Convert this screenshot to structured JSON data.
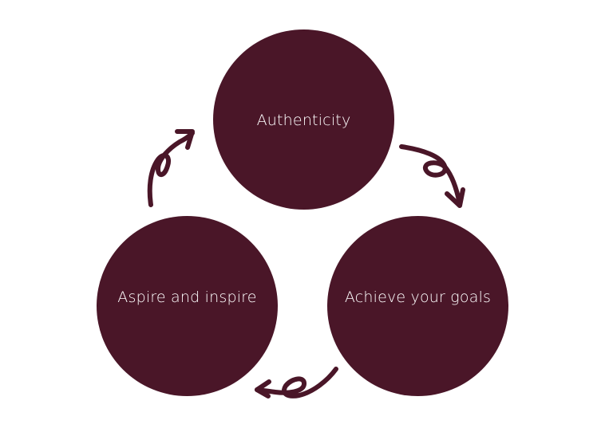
{
  "colors": {
    "background": "#ffffff",
    "accent": "#4a1628",
    "label": "#ffffff"
  },
  "cycle": {
    "nodes": [
      {
        "id": "top",
        "label": "Authenticity"
      },
      {
        "id": "right",
        "label": "Achieve your goals"
      },
      {
        "id": "left",
        "label": "Aspire and inspire"
      }
    ],
    "arrows": [
      {
        "from": "Authenticity",
        "to": "Achieve your goals",
        "icon": "curly-arrow-icon"
      },
      {
        "from": "Achieve your goals",
        "to": "Aspire and inspire",
        "icon": "curly-arrow-icon"
      },
      {
        "from": "Aspire and inspire",
        "to": "Authenticity",
        "icon": "curly-arrow-icon"
      }
    ]
  }
}
